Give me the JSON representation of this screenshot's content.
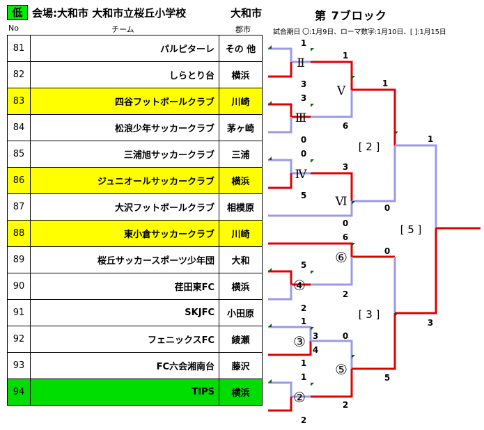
{
  "header": {
    "level": "低",
    "venue": "会場:大和市  大和市立桜丘小学校",
    "venue_city": "大和市",
    "block_title": "第 7ブロック",
    "date_note": "試合期日  〇:1月9日、ローマ数字:1月10日、[ ]:1月15日",
    "col_no": "No",
    "col_team": "チーム",
    "col_pref": "郡市"
  },
  "teams": [
    {
      "no": "81",
      "name": "パルピターレ",
      "area": "その 他",
      "highlight": "none"
    },
    {
      "no": "82",
      "name": "しらとり台",
      "area": "横浜",
      "highlight": "none"
    },
    {
      "no": "83",
      "name": "四谷フットボールクラブ",
      "area": "川崎",
      "highlight": "yellow"
    },
    {
      "no": "84",
      "name": "松浪少年サッカークラブ",
      "area": "茅ヶ崎",
      "highlight": "none"
    },
    {
      "no": "85",
      "name": "三浦旭サッカークラブ",
      "area": "三浦",
      "highlight": "none"
    },
    {
      "no": "86",
      "name": "ジュニオールサッカークラブ",
      "area": "横浜",
      "highlight": "yellow"
    },
    {
      "no": "87",
      "name": "大沢フットボールクラブ",
      "area": "相模原",
      "highlight": "none"
    },
    {
      "no": "88",
      "name": "東小倉サッカークラブ",
      "area": "川崎",
      "highlight": "yellow"
    },
    {
      "no": "89",
      "name": "桜丘サッカースポーツ少年団",
      "area": "大和",
      "highlight": "none"
    },
    {
      "no": "90",
      "name": "荏田東FC",
      "area": "横浜",
      "highlight": "none"
    },
    {
      "no": "91",
      "name": "SKJFC",
      "area": "小田原",
      "highlight": "none"
    },
    {
      "no": "92",
      "name": "フェニックスFC",
      "area": "綾瀬",
      "highlight": "none"
    },
    {
      "no": "93",
      "name": "FC六会湘南台",
      "area": "藤沢",
      "highlight": "none"
    },
    {
      "no": "94",
      "name": "TIPS",
      "area": "横浜",
      "highlight": "green"
    }
  ],
  "bracket": {
    "colors": {
      "win": "#e00000",
      "lose": "#9a9ae8",
      "mark": "#006600"
    },
    "match_labels": {
      "II": "Ⅱ",
      "III": "Ⅲ",
      "IV": "Ⅳ",
      "V": "Ⅴ",
      "VI": "Ⅵ",
      "c2": "②",
      "c3": "③",
      "c4": "④",
      "c5": "⑤",
      "c6": "⑥",
      "b2": "[ 2 ]",
      "b3": "[ 3 ]",
      "b5": "[ 5 ]"
    },
    "scores": {
      "s81": "1",
      "s82": "3",
      "s83": "3",
      "s84": "0",
      "s85": "0",
      "s86": "5",
      "s87": "0",
      "s88": "6",
      "s89": "5",
      "s90": "2",
      "s91": "1",
      "s92": "1",
      "s93": "1",
      "s94": "2",
      "s91b": "3",
      "s92b": "4",
      "sII": "1",
      "sIII": "6",
      "sIV": "3",
      "sVI": "0",
      "sV": "1",
      "sVIb": "0",
      "s6": "0",
      "s5": "5",
      "s5top": "0",
      "s5low": "2",
      "s_b2": "1",
      "s_b3": "3"
    }
  }
}
